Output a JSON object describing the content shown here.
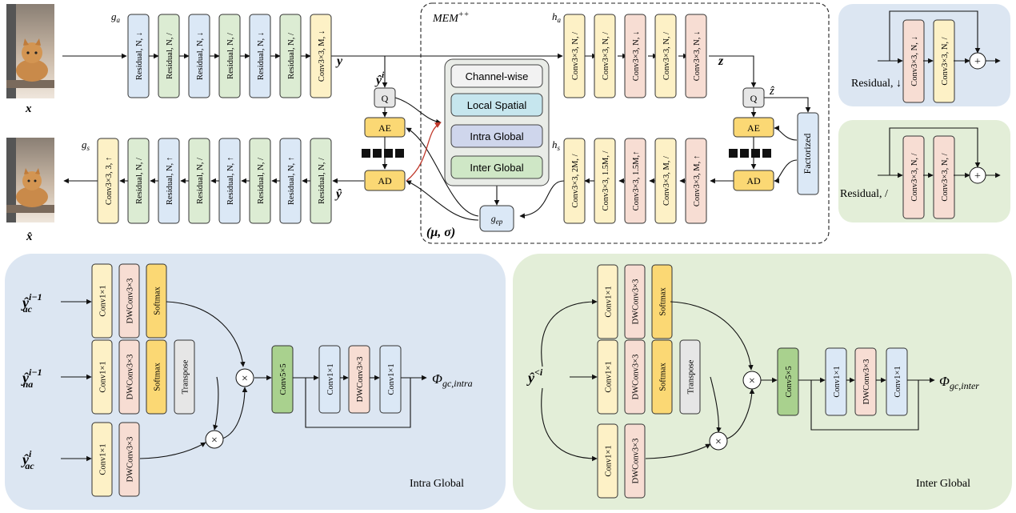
{
  "top": {
    "analysis_label": "g",
    "analysis_sub": "a",
    "synthesis_label": "g",
    "synthesis_sub": "s",
    "x_label": "x",
    "xhat_label": "x̂",
    "y_label": "y",
    "yhat_label": "ŷ",
    "yhat_i_label": "ŷ",
    "yhat_i_sup": "i",
    "z_label": "z",
    "zhat_label": "ẑ",
    "ha_label": "h",
    "ha_sub": "a",
    "hs_label": "h",
    "hs_sub": "s",
    "mu_sigma_label": "(μ, σ)",
    "g_ep_label": "g",
    "g_ep_sub": "ep",
    "mem_title": "MEM",
    "mem_sup": "++",
    "q_label": "Q",
    "ae_label": "AE",
    "ad_label": "AD",
    "factorized_label": "Factorized",
    "ga_blocks": [
      "Residual, N, ↓",
      "Residual, N, /",
      "Residual, N, ↓",
      "Residual, N, /",
      "Residual, N, ↓",
      "Residual, N, /",
      "Conv3×3, M, ↓"
    ],
    "gs_blocks": [
      "Conv3×3, 3, ↑",
      "Residual, N, /",
      "Residual, N, ↑",
      "Residual, N, /",
      "Residual, N, ↑",
      "Residual, N, /",
      "Residual, N, ↑",
      "Residual, N, /"
    ],
    "ha_blocks": [
      "Conv3×3, N, /",
      "Conv3×3, N, /",
      "Conv3×3, N, ↓",
      "Conv3×3, N, /",
      "Conv3×3, N, ↓"
    ],
    "hs_blocks": [
      "Conv3×3, 2M, /",
      "Conv3×3, 1.5M, /",
      "Conv3×3, 1.5M,↑",
      "Conv3×3, M, /",
      "Conv3×3, M, ↑"
    ],
    "mem_modules": [
      "Channel-wise",
      "Local Spatial",
      "Intra Global",
      "Inter Global"
    ]
  },
  "residual_legend": {
    "down_label": "Residual, ↓",
    "down_blocks": [
      "Conv3×3, N, ↓",
      "Conv3×3, N, /"
    ],
    "same_label": "Residual, /",
    "same_blocks": [
      "Conv3×3, N, /",
      "Conv3×3, N, /"
    ],
    "plus": "+"
  },
  "intra_global": {
    "title": "Intra Global",
    "in1_base": "ŷ",
    "in1_sup": "i−1",
    "in1_sub": "ac",
    "in2_base": "ŷ",
    "in2_sup": "i−1",
    "in2_sub": "na",
    "in3_base": "ŷ",
    "in3_sup": "i",
    "in3_sub": "ac",
    "out_base": "Φ",
    "out_sub": "gc,intra",
    "conv1": "Conv1×1",
    "dwconv": "DWConv3×3",
    "softmax": "Softmax",
    "transpose": "Transpose",
    "conv5": "Conv5×5",
    "mult": "×"
  },
  "inter_global": {
    "title": "Inter Global",
    "in_base": "ŷ",
    "in_sup": "<i",
    "out_base": "Φ",
    "out_sub": "gc,inter",
    "conv1": "Conv1×1",
    "dwconv": "DWConv3×3",
    "softmax": "Softmax",
    "transpose": "Transpose",
    "conv5": "Conv5×5",
    "mult": "×"
  },
  "colors": {
    "blue_block": "#dbe8f6",
    "green_block": "#dcecd3",
    "yellow_block": "#fdf1c6",
    "salmon_block": "#f7ddd3",
    "gold_block": "#fbd874",
    "gray_block": "#e6e6e6",
    "conv5_green": "#a9d18e",
    "blue_panel": "#dce6f2",
    "green_panel": "#e3eed8",
    "red_arrow": "#c0392b"
  }
}
